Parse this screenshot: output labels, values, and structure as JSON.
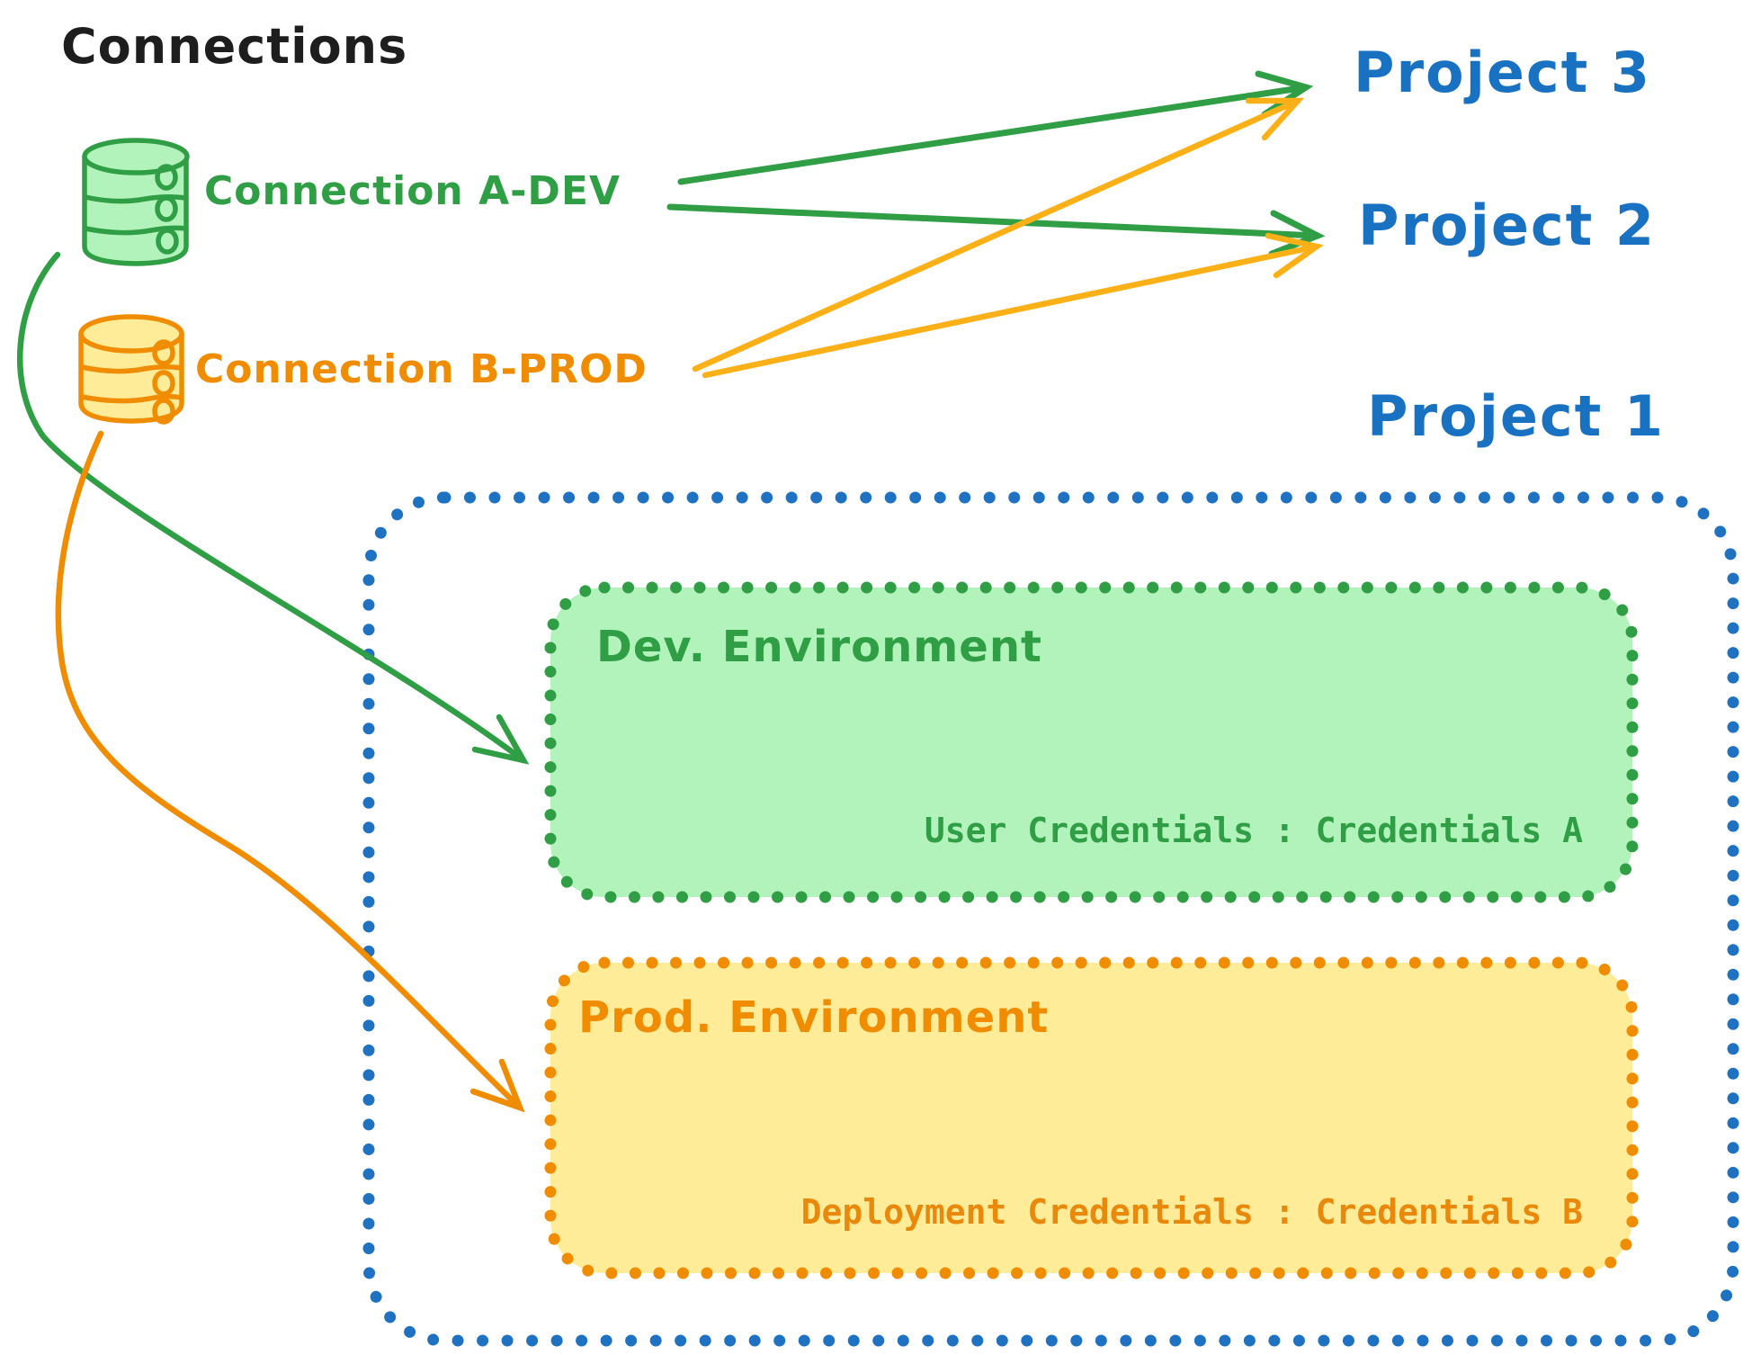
{
  "heading": "Connections",
  "colors": {
    "green_stroke": "#2f9e44",
    "green_fill": "#b2f2bb",
    "orange_stroke": "#f08c00",
    "orange_fill": "#ffec99",
    "blue": "#1971c2",
    "title_text": "#1e1e1e"
  },
  "connections": {
    "items": [
      {
        "id": "a-dev",
        "label": "Connection A-DEV",
        "color": "#2f9e44",
        "icon": "database-icon"
      },
      {
        "id": "b-prod",
        "label": "Connection B-PROD",
        "color": "#f08c00",
        "icon": "database-icon"
      }
    ]
  },
  "projects": [
    {
      "label": "Project 3"
    },
    {
      "label": "Project 2"
    },
    {
      "label": "Project 1"
    }
  ],
  "project1": {
    "environments": [
      {
        "title": "Dev. Environment",
        "credentials": "User Credentials : Credentials A"
      },
      {
        "title": "Prod. Environment",
        "credentials": "Deployment Credentials : Credentials B"
      }
    ]
  },
  "edges": [
    {
      "from": "Connection A-DEV",
      "to": "Project 3"
    },
    {
      "from": "Connection A-DEV",
      "to": "Project 2"
    },
    {
      "from": "Connection B-PROD",
      "to": "Project 3"
    },
    {
      "from": "Connection B-PROD",
      "to": "Project 2"
    },
    {
      "from": "Connection A-DEV",
      "to": "Dev. Environment"
    },
    {
      "from": "Connection B-PROD",
      "to": "Prod. Environment"
    }
  ]
}
